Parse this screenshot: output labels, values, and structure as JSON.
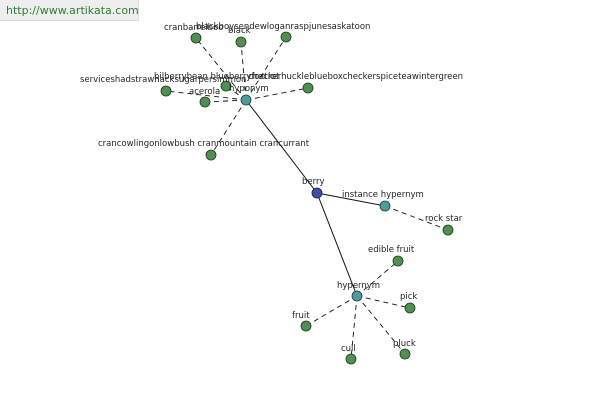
{
  "header": {
    "url": "http://www.artikata.com"
  },
  "graph": {
    "root": {
      "label": "berry"
    },
    "hubs": {
      "upper": {
        "label": "hyponym"
      },
      "instance": {
        "label": "instance hypernym"
      },
      "lower": {
        "label": "hypernym"
      }
    },
    "leaves": {
      "cranbarrel": {
        "label": "cranbarrelboo"
      },
      "black": {
        "label": "black"
      },
      "blackboysen": {
        "label": "blackboysendewloganraspjunesaskatoon"
      },
      "services": {
        "label": "serviceshadstrawhacksugarpersimmon"
      },
      "bilberry": {
        "label": "bilberrybean blueberryfoxtrot"
      },
      "huckle": {
        "label": "checkerhuckleblueboxcheckerspiceteawintergreen"
      },
      "acerola": {
        "label": "acerola"
      },
      "crancowling": {
        "label": "crancowlingonlowbush cranmountain crancurrant"
      },
      "rockstar": {
        "label": "rock star"
      },
      "ediblefruit": {
        "label": "edible fruit"
      },
      "fruit": {
        "label": "fruit"
      },
      "pick": {
        "label": "pick"
      },
      "cull": {
        "label": "cull"
      },
      "pluck": {
        "label": "pluck"
      }
    }
  },
  "colors": {
    "leaf": "#4f8f4f",
    "hub": "#4f9b9b",
    "root": "#3f4fa3",
    "edge": "#111111",
    "url": "#2e7d32"
  }
}
